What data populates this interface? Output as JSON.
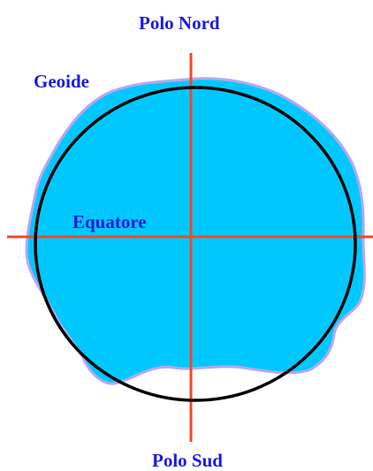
{
  "labels": {
    "north_pole": "Polo Nord",
    "geoid": "Geoide",
    "equator": "Equatore",
    "south_pole": "Polo Sud"
  },
  "colors": {
    "label_text": "#1a1ae6",
    "geoid_fill": "#00c8ff",
    "geoid_outline": "#b9a6f2",
    "axes": "#f04a24",
    "ellipsoid": "#000000"
  }
}
